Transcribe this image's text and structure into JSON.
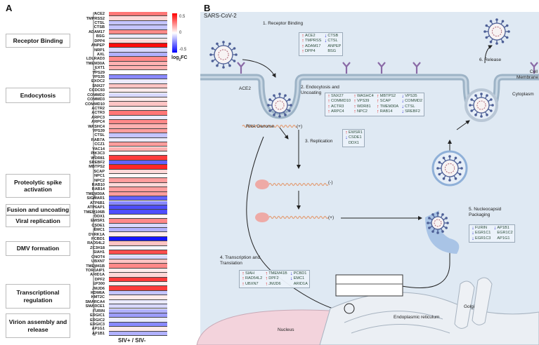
{
  "panel_a": {
    "letter": "A",
    "xlabel": "SIV+ / SIV-",
    "colorbar": {
      "title": "log2FC",
      "title_main": "log",
      "title_sub": "2",
      "title_tail": "FC",
      "ticks": [
        "0.5",
        "0",
        "-0.5"
      ],
      "range": [
        -0.65,
        0.65
      ],
      "low_color": "#0000ff",
      "mid_color": "#ffffff",
      "high_color": "#ff0000"
    },
    "categories": [
      {
        "label": "Receptor Binding",
        "genes": [
          [
            "ACE2",
            0.35
          ],
          [
            "TMPRSS2",
            0.1
          ],
          [
            "CTSL",
            -0.15
          ],
          [
            "CTSB",
            -0.15
          ],
          [
            "ADAM17",
            0.3
          ],
          [
            "BSG",
            -0.05
          ],
          [
            "DPP4",
            0.1
          ],
          [
            "ANPEP",
            0.62
          ],
          [
            "NRP1",
            -0.1
          ],
          [
            "AXL",
            -0.2
          ],
          [
            "LDLRAD3",
            0.3
          ],
          [
            "TMEM30A",
            0.2
          ],
          [
            "EXT1",
            0.2
          ]
        ]
      },
      {
        "label": "Endocytosis",
        "genes": [
          [
            "VPS29",
            0.0
          ],
          [
            "VPS35",
            -0.3
          ],
          [
            "EXOC2",
            -0.05
          ],
          [
            "SNX27",
            0.15
          ],
          [
            "CCDC93",
            0.05
          ],
          [
            "COMMD2",
            -0.1
          ],
          [
            "COMMD3",
            0.05
          ],
          [
            "COMMD10",
            0.15
          ],
          [
            "ACTR2",
            0.05
          ],
          [
            "ACTR3",
            0.35
          ],
          [
            "ARPC3",
            -0.05
          ],
          [
            "ARPC4",
            0.3
          ],
          [
            "WASHC4",
            0.2
          ],
          [
            "VPS39",
            0.25
          ],
          [
            "CTSL",
            -0.15
          ],
          [
            "RAB7A",
            -0.05
          ],
          [
            "CCZ1",
            0.25
          ],
          [
            "VAC14",
            0.2
          ],
          [
            "PIK3C3",
            0.02
          ]
        ]
      },
      {
        "label": "Proteolytic spike activation",
        "genes": [
          [
            "WDR81",
            0.5
          ],
          [
            "SREBF2",
            -0.4
          ],
          [
            "MBTPS2",
            0.55
          ],
          [
            "SCAP",
            0.1
          ],
          [
            "NPC1",
            0.02
          ],
          [
            "NPC2",
            0.25
          ],
          [
            "RAB10",
            0.1
          ],
          [
            "RAB14",
            0.25
          ],
          [
            "TMEM30A",
            0.25
          ]
        ]
      },
      {
        "label": "Fusion and uncoating",
        "genes": [
          [
            "SIGMAR1",
            -0.4
          ],
          [
            "ATP6B1",
            -0.3
          ],
          [
            "ATP6AP1",
            -0.45
          ],
          [
            "TMEM106B",
            -0.45
          ]
        ]
      },
      {
        "label": "Viral replication",
        "genes": [
          [
            "DDX1",
            0.02
          ],
          [
            "EWSR1",
            0.3
          ],
          [
            "CSDE1",
            -0.1
          ]
        ]
      },
      {
        "label": "DMV formation",
        "genes": [
          [
            "EMC1",
            -0.2
          ],
          [
            "DYRK1A",
            0.05
          ],
          [
            "PCBD1",
            -0.6
          ],
          [
            "RAD54L2",
            0.15
          ],
          [
            "ZC3H18",
            -0.02
          ],
          [
            "SIAH1",
            0.45
          ],
          [
            "CNOT4",
            -0.1
          ],
          [
            "UBXN7",
            0.15
          ],
          [
            "TMEM41B",
            0.3
          ]
        ]
      },
      {
        "label": "Transcriptional regulation",
        "genes": [
          [
            "TOR1AIP1",
            0.05
          ],
          [
            "ARID1A",
            0.1
          ],
          [
            "DPF2",
            0.5
          ],
          [
            "EP300",
            0.05
          ],
          [
            "JMJD6",
            0.5
          ],
          [
            "KDM6A",
            -0.15
          ],
          [
            "KMT2C",
            0.05
          ],
          [
            "SMARCA4",
            -0.05
          ],
          [
            "SMARCE1",
            -0.1
          ]
        ]
      },
      {
        "label": "Virion assembly and release",
        "genes": [
          [
            "FURIN",
            -0.2
          ],
          [
            "ERGIC1",
            -0.25
          ],
          [
            "ERGIC2",
            -0.05
          ],
          [
            "ERGIC3",
            -0.3
          ],
          [
            "AP1G1",
            0.05
          ],
          [
            "AP1B1",
            -0.2
          ]
        ]
      }
    ]
  },
  "panel_b": {
    "letter": "B",
    "virus": "SARS-CoV-2",
    "receptor": "ACE2",
    "cell_membrane": "Cell Membrane",
    "cytoplasm": "Cytoplasm",
    "rna_genome": "RNA Genome",
    "plus": "(+)",
    "minus": "(-)",
    "golgi": "Golgi",
    "er": "Endoplasmic reticulum",
    "nucleus": "Nucleus",
    "steps": {
      "s1": "1. Receptor Binding",
      "s2a": "2. Endocytosis and",
      "s2b": "Uncoating",
      "s3": "3. Replication",
      "s4a": "4. Transcription and",
      "s4b": "Translation",
      "s5a": "5. Nucleocapsid",
      "s5b": "Packaging",
      "s6": "6. Release"
    },
    "colors": {
      "up": "#e01818",
      "down": "#1a1ad0",
      "background": "#dfe9f3"
    },
    "gene_boxes": [
      {
        "step": "receptor-binding",
        "rows": 4,
        "items": [
          {
            "gene": "ACE2",
            "dir": "up"
          },
          {
            "gene": "TMPRSS",
            "dir": "up"
          },
          {
            "gene": "ADAM17",
            "dir": "up"
          },
          {
            "gene": "DPP4",
            "dir": "up"
          },
          {
            "gene": "CTSB",
            "dir": "down"
          },
          {
            "gene": "CTSL",
            "dir": "down"
          },
          {
            "gene": "ANPEP",
            "dir": ""
          },
          {
            "gene": "BSG",
            "dir": ""
          }
        ]
      },
      {
        "step": "endocytosis",
        "rows": 4,
        "items": [
          {
            "gene": "SNX27",
            "dir": "up"
          },
          {
            "gene": "COMMD10",
            "dir": "up"
          },
          {
            "gene": "ACTR3",
            "dir": "up"
          },
          {
            "gene": "ARPC4",
            "dir": "up"
          },
          {
            "gene": "WASHC4",
            "dir": "up"
          },
          {
            "gene": "VPS39",
            "dir": "up"
          },
          {
            "gene": "WDR81",
            "dir": "up"
          },
          {
            "gene": "NPC2",
            "dir": "up"
          },
          {
            "gene": "MBTPS2",
            "dir": "up"
          },
          {
            "gene": "SCAP",
            "dir": "up"
          },
          {
            "gene": "TMEM30A",
            "dir": "up"
          },
          {
            "gene": "RAB14",
            "dir": "up"
          },
          {
            "gene": "VPS35",
            "dir": "down"
          },
          {
            "gene": "COMMD2",
            "dir": "down"
          },
          {
            "gene": "CTSL",
            "dir": "down"
          },
          {
            "gene": "SREBF2",
            "dir": "down"
          }
        ]
      },
      {
        "step": "replication",
        "rows": 3,
        "items": [
          {
            "gene": "EWSR1",
            "dir": "up"
          },
          {
            "gene": "CSDE1",
            "dir": "down"
          },
          {
            "gene": "DDX1",
            "dir": ""
          }
        ]
      },
      {
        "step": "transcription",
        "rows": 3,
        "items": [
          {
            "gene": "SIAH",
            "dir": "up"
          },
          {
            "gene": "RAD54L2",
            "dir": "up"
          },
          {
            "gene": "UBXN7",
            "dir": "up"
          },
          {
            "gene": "TMEM41B",
            "dir": "up"
          },
          {
            "gene": "DPF2",
            "dir": "up"
          },
          {
            "gene": "JMJD6",
            "dir": "up"
          },
          {
            "gene": "PCBD1",
            "dir": "down"
          },
          {
            "gene": "EMC1",
            "dir": "down"
          },
          {
            "gene": "ARID1A",
            "dir": ""
          }
        ]
      },
      {
        "step": "packaging",
        "rows": 3,
        "items": [
          {
            "gene": "FURIN",
            "dir": "down"
          },
          {
            "gene": "EGR1C1",
            "dir": "down"
          },
          {
            "gene": "EGR1C3",
            "dir": "down"
          },
          {
            "gene": "AP1B1",
            "dir": "down"
          },
          {
            "gene": "EGR1C2",
            "dir": ""
          },
          {
            "gene": "AP1G1",
            "dir": ""
          }
        ]
      }
    ]
  }
}
